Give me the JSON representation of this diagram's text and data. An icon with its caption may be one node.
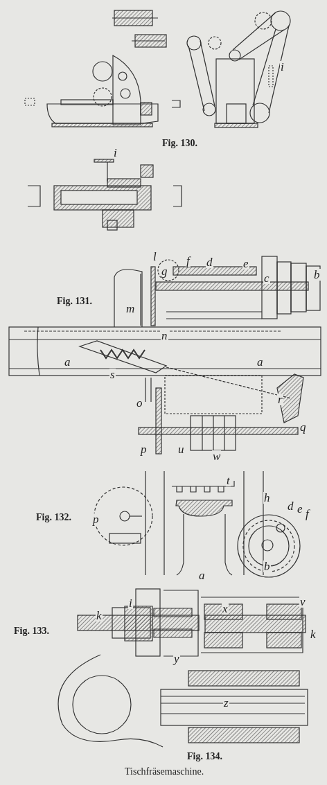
{
  "diagram": {
    "caption": "Tischfräsemaschine.",
    "labels": [
      "i",
      "Fig. 130.",
      "i",
      "l",
      "f",
      "d",
      "e",
      "g",
      "b",
      "c",
      "Fig. 131.",
      "m",
      "n",
      "a",
      "a",
      "s",
      "r",
      "o",
      "q",
      "p",
      "u",
      "w",
      "t",
      "h",
      "Fig. 132.",
      "p",
      "d",
      "e",
      "f",
      "b",
      "a",
      "i",
      "v",
      "x",
      "k",
      "Fig. 133.",
      "k",
      "y",
      "z",
      "Fig. 134."
    ]
  }
}
